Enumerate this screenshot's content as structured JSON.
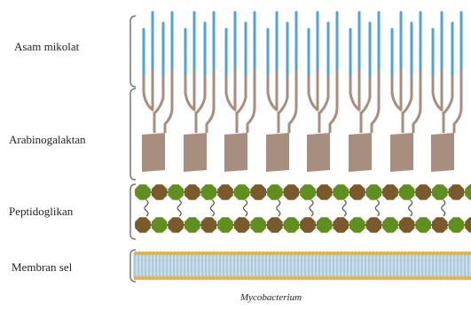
{
  "labels": {
    "mycolic_acid": "Asam mikolat",
    "arabinogalactan": "Arabinogalaktan",
    "peptidoglycan": "Peptidoglikan",
    "membrane": "Membran sel"
  },
  "caption": "Mycobacterium",
  "colors": {
    "mycolic": "#4fa3d8",
    "arabinogalactan": "#a88e7f",
    "peptidoglycan_a": "#5f8f1e",
    "peptidoglycan_b": "#7a5a2a",
    "membrane_head": "#e0b24a",
    "membrane_tail": "#9ec4dc",
    "bracket": "#777777"
  }
}
